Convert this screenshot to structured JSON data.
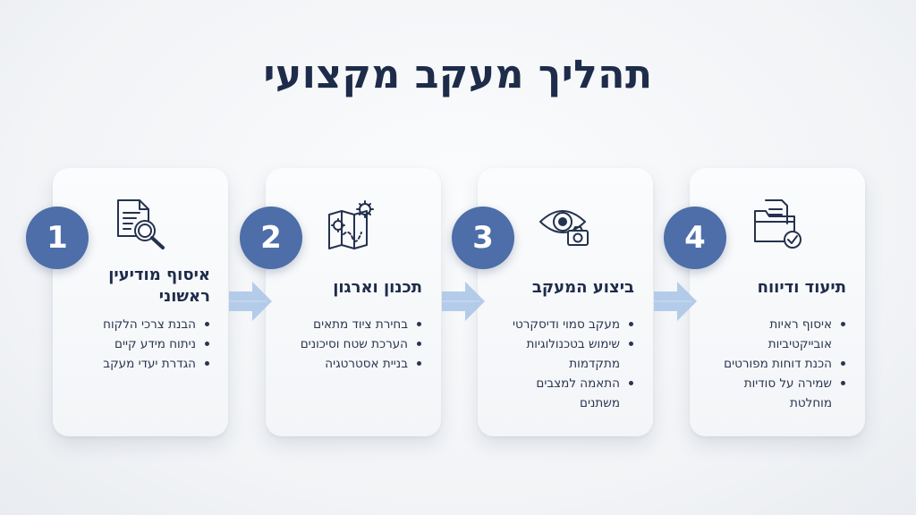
{
  "title": "תהליך מעקב מקצועי",
  "colors": {
    "badge": "#4d6ea8",
    "title": "#1e2c4a",
    "arrow": "#a8c4e6",
    "icon": "#24324f"
  },
  "steps": [
    {
      "number": "1",
      "title": "איסוף מודיעין ראשוני",
      "icon": "document-search-icon",
      "bullets": [
        "הבנת צרכי הלקוח",
        "ניתוח מידע קיים",
        "הגדרת יעדי מעקב"
      ]
    },
    {
      "number": "2",
      "title": "תכנון וארגון",
      "icon": "map-gears-icon",
      "bullets": [
        "בחירת ציוד מתאים",
        "הערכת שטח וסיכונים",
        "בניית אסטרטגיה"
      ]
    },
    {
      "number": "3",
      "title": "ביצוע המעקב",
      "icon": "eye-camera-icon",
      "bullets": [
        "מעקב סמוי ודיסקרטי",
        "שימוש בטכנולוגיות מתקדמות",
        "התאמה למצבים משתנים"
      ]
    },
    {
      "number": "4",
      "title": "תיעוד ודיווח",
      "icon": "folder-check-icon",
      "bullets": [
        "איסוף ראיות אובייקטיביות",
        "הכנת דוחות מפורטים",
        "שמירה על סודיות מוחלטת"
      ]
    }
  ]
}
